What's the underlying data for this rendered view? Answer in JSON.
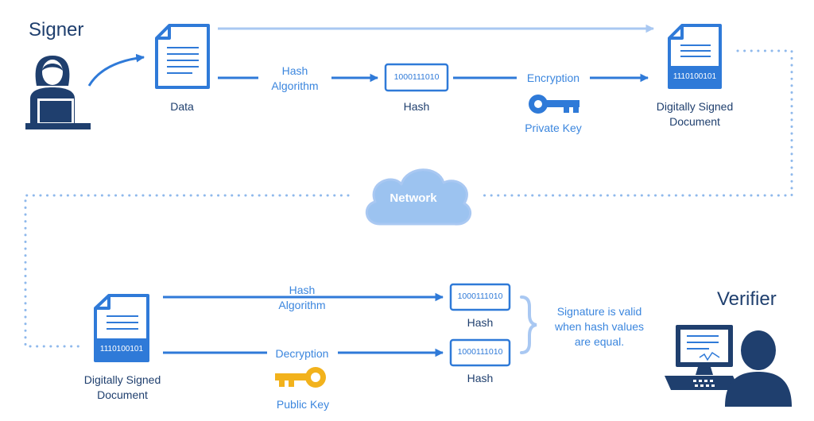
{
  "roles": {
    "signer": "Signer",
    "verifier": "Verifier"
  },
  "signing": {
    "data_label": "Data",
    "hash_algorithm": "Hash\nAlgorithm",
    "hash_value": "1000111010",
    "hash_label": "Hash",
    "encryption": "Encryption",
    "private_key": "Private Key",
    "signed_doc_code": "1110100101",
    "signed_doc_label": "Digitally Signed\nDocument"
  },
  "network": "Network",
  "verification": {
    "signed_doc_code": "1110100101",
    "signed_doc_label": "Digitally Signed\nDocument",
    "hash_algorithm": "Hash\nAlgorithm",
    "decryption": "Decryption",
    "public_key": "Public Key",
    "hash_value_1": "1000111010",
    "hash_label_1": "Hash",
    "hash_value_2": "1000111010",
    "hash_label_2": "Hash",
    "result": "Signature is valid\nwhen hash values\nare equal."
  },
  "colors": {
    "dark_blue": "#1f3f6e",
    "blue": "#2f7ad8",
    "light_blue": "#a9c8f2",
    "dotted": "#8fb9ec",
    "cloud": "#9cc3f0",
    "public_key": "#f2b21c"
  }
}
